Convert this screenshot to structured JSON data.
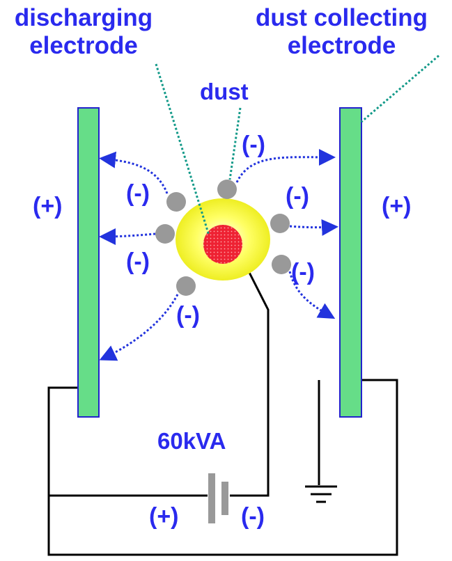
{
  "labels": {
    "discharging_electrode": [
      "discharging",
      "electrode"
    ],
    "dust_collecting_electrode": [
      "dust collecting",
      "electrode"
    ],
    "dust": "dust",
    "plus": "(+)",
    "minus": "(-)",
    "voltage": "60kVA"
  },
  "colors": {
    "text": "#2a2aee",
    "plate_fill": "#66dd88",
    "plate_border": "#2222cc",
    "glow": "#ffff55",
    "core": "#ee2233",
    "dust": "#999999",
    "leader": "#119988",
    "arrow": "#2233dd",
    "wire": "#000000",
    "battery": "#999999"
  }
}
